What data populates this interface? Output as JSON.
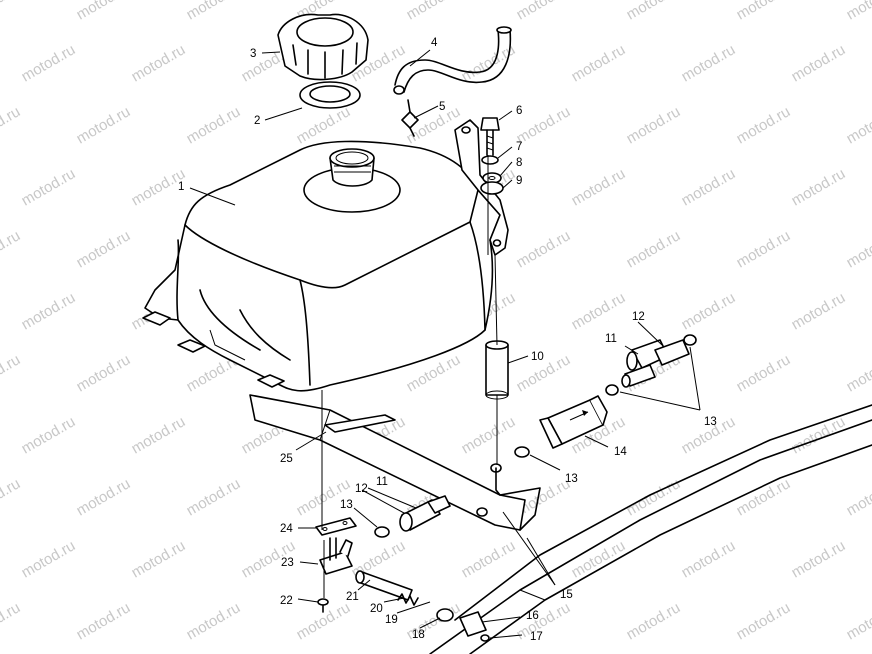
{
  "watermark": "motod.ru",
  "callouts": [
    {
      "id": "c1",
      "text": "1"
    },
    {
      "id": "c2",
      "text": "2"
    },
    {
      "id": "c3",
      "text": "3"
    },
    {
      "id": "c4",
      "text": "4"
    },
    {
      "id": "c5",
      "text": "5"
    },
    {
      "id": "c6",
      "text": "6"
    },
    {
      "id": "c7",
      "text": "7"
    },
    {
      "id": "c8",
      "text": "8"
    },
    {
      "id": "c9",
      "text": "9"
    },
    {
      "id": "c10",
      "text": "10"
    },
    {
      "id": "c11a",
      "text": "11"
    },
    {
      "id": "c12a",
      "text": "12"
    },
    {
      "id": "c13a",
      "text": "13"
    },
    {
      "id": "c14",
      "text": "14"
    },
    {
      "id": "c13b",
      "text": "13"
    },
    {
      "id": "c11b",
      "text": "11"
    },
    {
      "id": "c12b",
      "text": "12"
    },
    {
      "id": "c13c",
      "text": "13"
    },
    {
      "id": "c15",
      "text": "15"
    },
    {
      "id": "c16",
      "text": "16"
    },
    {
      "id": "c17",
      "text": "17"
    },
    {
      "id": "c18",
      "text": "18"
    },
    {
      "id": "c19",
      "text": "19"
    },
    {
      "id": "c20",
      "text": "20"
    },
    {
      "id": "c21",
      "text": "21"
    },
    {
      "id": "c22",
      "text": "22"
    },
    {
      "id": "c23",
      "text": "23"
    },
    {
      "id": "c24",
      "text": "24"
    },
    {
      "id": "c25",
      "text": "25"
    }
  ]
}
